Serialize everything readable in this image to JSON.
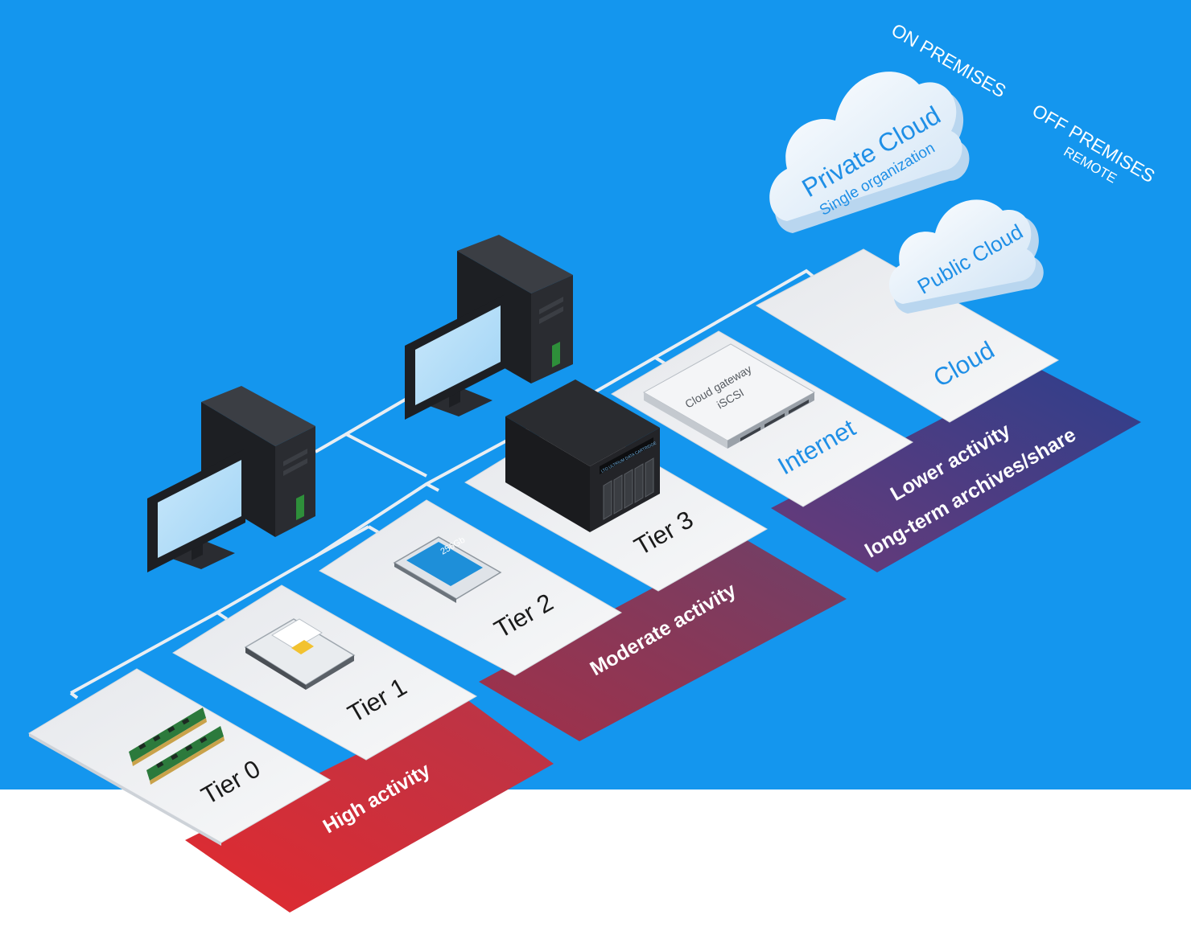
{
  "colors": {
    "background": "#1496ee",
    "high_activity": "#d52d39",
    "moderate_activity": "#8e3a5c",
    "lower_activity": "#4a3a86",
    "tile": "#f1f2f4",
    "cloud_text": "#1f8fe6"
  },
  "tiers": [
    {
      "label": "Tier 0",
      "icon": "ram-memory-icon"
    },
    {
      "label": "Tier 1",
      "icon": "hard-disk-icon"
    },
    {
      "label": "Tier 2",
      "icon": "ssd-icon",
      "icon_text": "256Gb"
    },
    {
      "label": "Tier 3",
      "icon": "nas-storage-icon",
      "icon_text": "LTO ULTRIUM DATA CARTRIDGE"
    }
  ],
  "internet": {
    "label": "Internet",
    "icon": "rack-server-icon",
    "device_line1": "Cloud gateway",
    "device_line2": "iSCSI"
  },
  "cloud_tile": {
    "label": "Cloud"
  },
  "activity": {
    "high": "High activity",
    "moderate": "Moderate activity",
    "lower_line1": "Lower activity",
    "lower_line2": "long-term archives/share"
  },
  "clouds": {
    "private_title": "Private Cloud",
    "private_subtitle": "Single organization",
    "public_title": "Public Cloud"
  },
  "locations": {
    "on_premises": "ON PREMISES",
    "off_premises": "OFF PREMISES",
    "remote": "REMOTE"
  }
}
